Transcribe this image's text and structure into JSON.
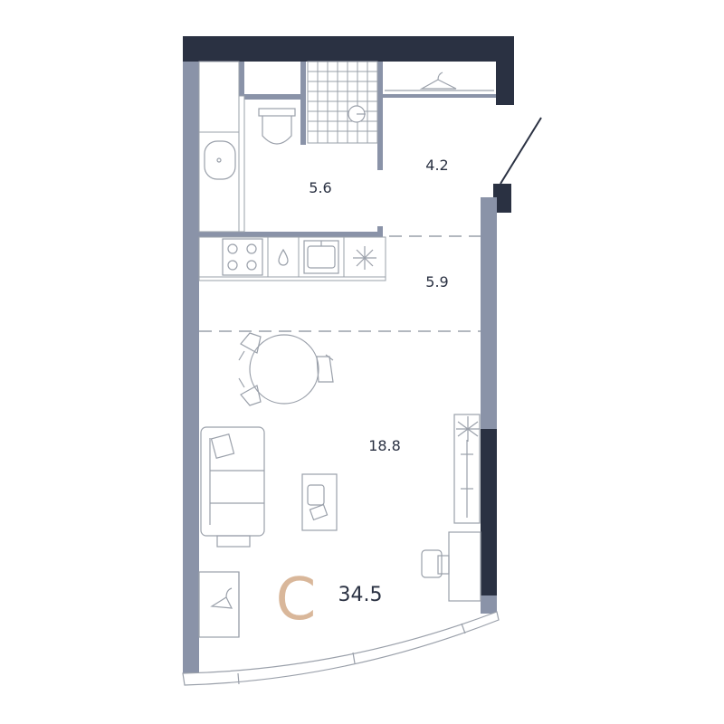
{
  "plan": {
    "unit_type": "С",
    "total_area": "34.5",
    "rooms": [
      {
        "id": "bathroom",
        "area": "5.6"
      },
      {
        "id": "hall",
        "area": "4.2"
      },
      {
        "id": "kitchen",
        "area": "5.9"
      },
      {
        "id": "living",
        "area": "18.8"
      }
    ],
    "colors": {
      "outer_wall": "#2a3142",
      "window_wall": "#8a93a8",
      "furniture": "#9aa0aa",
      "accent": "#d9b79a",
      "text": "#2a3142"
    },
    "icons": [
      "hanger-icon",
      "toilet-icon",
      "shower-icon",
      "sink-icon",
      "stove-icon",
      "water-drop-icon",
      "kitchen-sink-icon",
      "snowflake-icon",
      "dining-table-icon",
      "sofa-icon",
      "coffee-table-icon",
      "tv-stand-icon",
      "desk-chair-icon",
      "wardrobe-icon"
    ]
  }
}
